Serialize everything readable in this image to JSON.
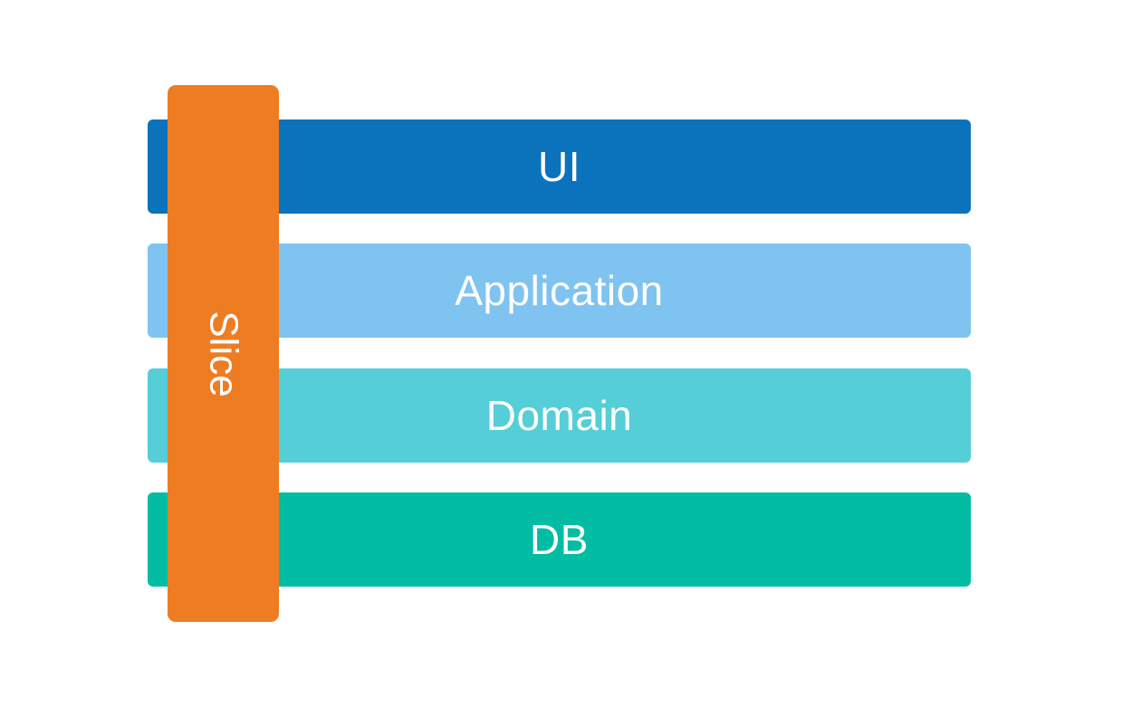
{
  "diagram": {
    "slice": {
      "label": "Slice",
      "color": "#EE7C23"
    },
    "layers": [
      {
        "label": "UI",
        "color": "#0B72BC"
      },
      {
        "label": "Application",
        "color": "#7FC3F1"
      },
      {
        "label": "Domain",
        "color": "#55CED8"
      },
      {
        "label": "DB",
        "color": "#02BDA3"
      }
    ],
    "colors": {
      "background": "#FFFFFF",
      "text": "#FFFFFF"
    }
  }
}
